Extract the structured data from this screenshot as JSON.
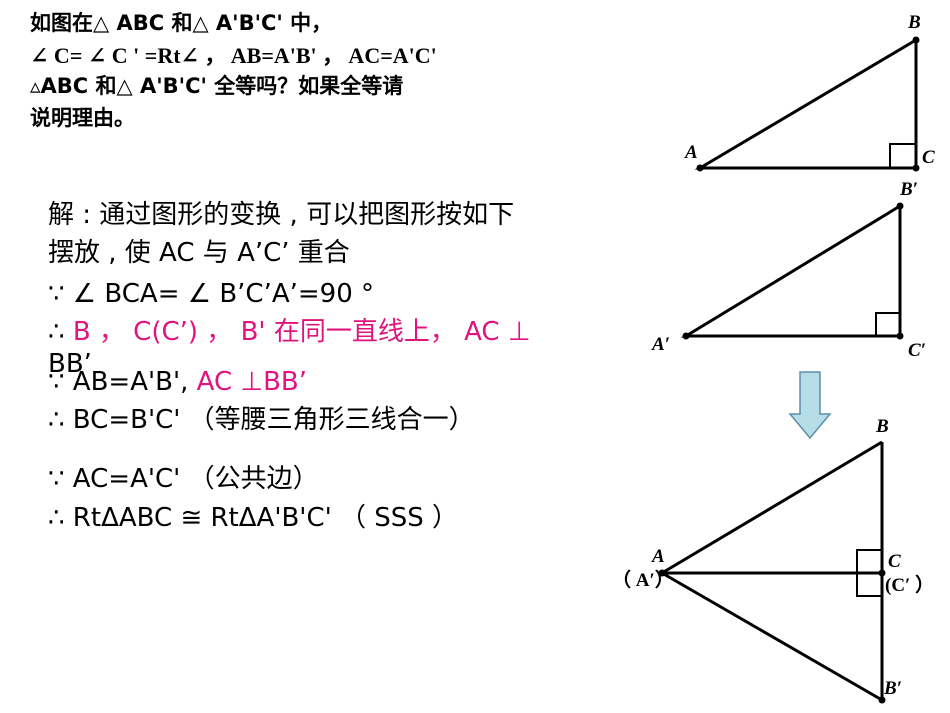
{
  "problem": {
    "line1": "如图在△ ABC 和△ A'B'C' 中，",
    "line2": "∠ C= ∠ C ' =Rt∠ ， AB=A'B' ， AC=A'C'",
    "line3": "▵ABC 和△ A'B'C' 全等吗？如果全等请",
    "line4": "说明理由。"
  },
  "solution": {
    "line1": "解 : 通过图形的变换 , 可以把图形按如下",
    "line2": "摆放 , 使 AC 与 A’C’ 重合",
    "line3": "∵ ∠ BCA= ∠ B’C’A’=90 °",
    "line4_prefix": "∴ ",
    "line4_pink": "B ， C(C’) ， B' 在同一直线上， AC ⊥",
    "line4_overlap": "BB’",
    "line5_prefix": "∵ AB=A'B', ",
    "line5_pink": "AC ⊥BB’",
    "line6": "∴ BC=B'C' （等腰三角形三线合一）",
    "line7": "∵ AC=A'C' （公共边）",
    "line8": "∴ RtΔABC ≅ RtΔA'B'C' （ SSS ）"
  },
  "diagram": {
    "tri1": {
      "A": "A",
      "B": "B",
      "C": "C"
    },
    "tri2": {
      "A": "A′",
      "B": "B′",
      "C": "C′"
    },
    "tri3": {
      "A": "A",
      "A2": "（ A′）",
      "B": "B",
      "C": "C",
      "C2": "(C′ ）",
      "B2": "B′"
    },
    "arrow_color": "#b7dde8",
    "arrow_stroke": "#5b8fa8"
  }
}
